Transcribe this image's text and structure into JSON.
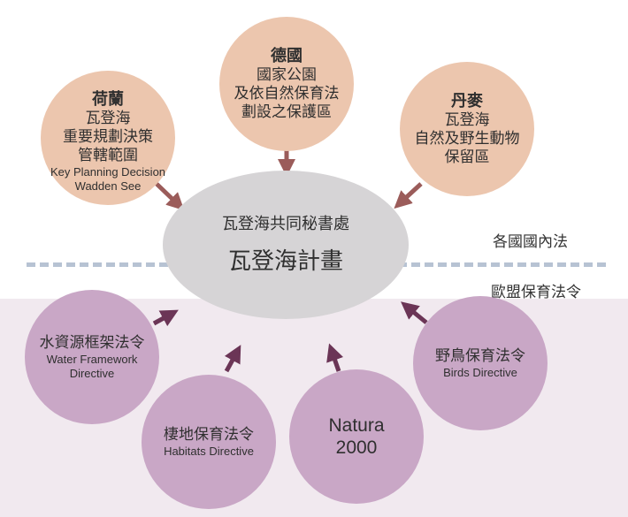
{
  "colors": {
    "peach": "#ecc6ae",
    "purple": "#c9a7c6",
    "center": "#d6d4d6",
    "arrow_brown": "#9b5c5a",
    "arrow_purple": "#6b3556",
    "divider": "#b7c3d3",
    "lower_background": "#f1e9ef"
  },
  "labels": {
    "national_law": "各國國內法",
    "eu_law": "歐盟保育法令"
  },
  "center": {
    "secretariat": "瓦登海共同秘書處",
    "plan": "瓦登海計畫"
  },
  "nodes": {
    "netherlands": {
      "lines": [
        "荷蘭",
        "瓦登海",
        "重要規劃決策",
        "管轄範圍",
        "Key Planning Decision",
        "Wadden See"
      ]
    },
    "germany": {
      "lines": [
        "德國",
        "國家公園",
        "及依自然保育法",
        "劃設之保護區"
      ]
    },
    "denmark": {
      "lines": [
        "丹麥",
        "瓦登海",
        "自然及野生動物",
        "保留區"
      ]
    },
    "water_framework": {
      "lines": [
        "水資源框架法令",
        "Water Framework",
        "Directive"
      ]
    },
    "habitats": {
      "lines": [
        "棲地保育法令",
        "Habitats Directive"
      ]
    },
    "natura": {
      "lines": [
        "Natura",
        "2000"
      ]
    },
    "birds": {
      "lines": [
        "野鳥保育法令",
        "Birds Directive"
      ]
    }
  }
}
